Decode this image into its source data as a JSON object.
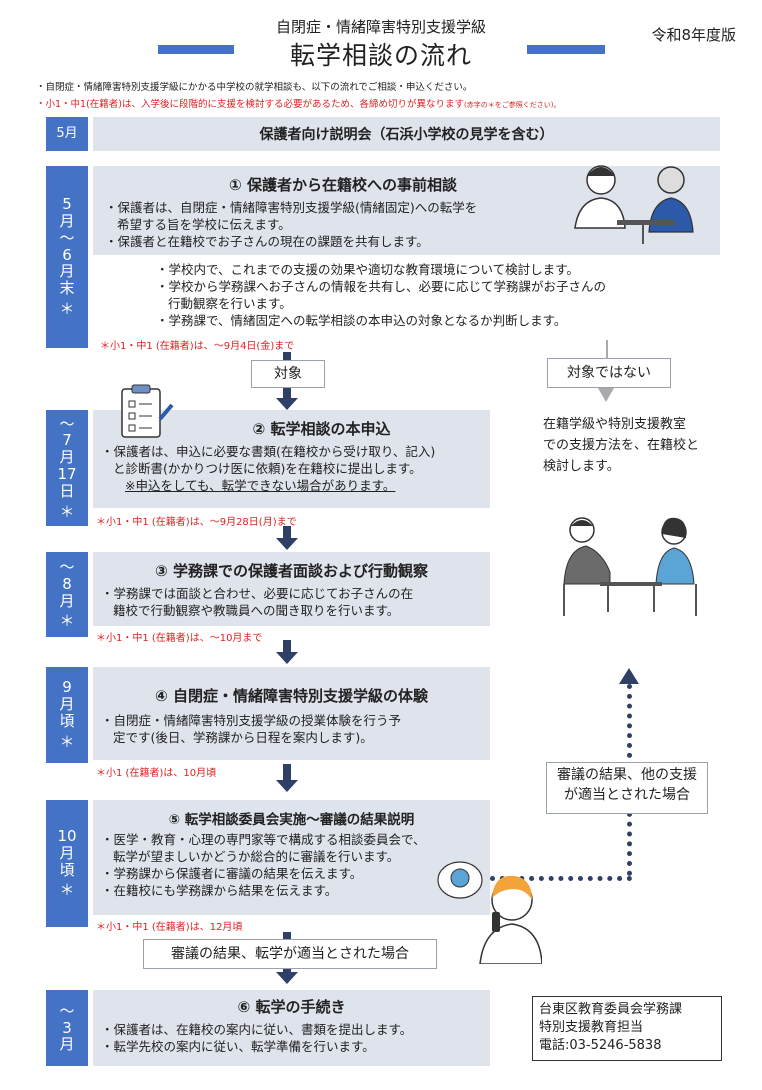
{
  "header": {
    "subtitle": "自閉症・情緒障害特別支援学級",
    "title": "転学相談の流れ",
    "edition": "令和8年度版"
  },
  "notes": {
    "line1": "・自閉症・情緒障害特別支援学級にかかる中学校の就学相談も、以下の流れでご相談・申込ください。",
    "line2": "・小1・中1(在籍者)は、入学後に段階的に支援を検討する必要があるため、各締め切りが異なります",
    "line2_small": "(赤字の＊をご参照ください)。"
  },
  "briefing": {
    "month": "5月",
    "text": "保護者向け説明会（石浜小学校の見学を含む）"
  },
  "step1": {
    "month": [
      "5",
      "月",
      "〜",
      "6",
      "月",
      "末",
      "＊"
    ],
    "title": "① 保護者から在籍校への事前相談",
    "bullets": [
      "保護者は、自閉症・情緒障害特別支援学級(情緒固定)への転学を",
      "希望する旨を学校に伝えます。",
      "保護者と在籍校でお子さんの現在の課題を共有します。"
    ],
    "sub": [
      "・学校内で、これまでの支援の効果や適切な教育環境について検討します。",
      "・学校から学務課へお子さんの情報を共有し、必要に応じて学務課がお子さんの",
      "行動観察を行います。",
      "・学務課で、情緒固定への転学相談の本申込の対象となるか判断します。"
    ],
    "deadline": "＊小1・中1 (在籍者)は、〜9月4日(金)まで"
  },
  "branch": {
    "yes": "対象",
    "no": "対象ではない",
    "no_text": [
      "在籍学級や特別支援教室",
      "での支援方法を、在籍校と",
      "検討します。"
    ]
  },
  "step2": {
    "month": [
      "〜",
      "7",
      "月",
      "17",
      "日",
      "＊"
    ],
    "title": "② 転学相談の本申込",
    "bullets": [
      "保護者は、申込に必要な書類(在籍校から受け取り、記入)",
      "と診断書(かかりつけ医に依頼)を在籍校に提出します。",
      "※申込をしても、転学できない場合があります。"
    ],
    "deadline": "＊小1・中1 (在籍者)は、〜9月28日(月)まで"
  },
  "step3": {
    "month": [
      "〜",
      "8",
      "月",
      "＊"
    ],
    "title": "③ 学務課での保護者面談および行動観察",
    "bullets": [
      "学務課では面談と合わせ、必要に応じてお子さんの在",
      "籍校で行動観察や教職員への聞き取りを行います。"
    ],
    "deadline": "＊小1・中1 (在籍者)は、〜10月まで"
  },
  "step4": {
    "month": [
      "9",
      "月",
      "頃",
      "＊"
    ],
    "title": "④ 自閉症・情緒障害特別支援学級の体験",
    "bullets": [
      "自閉症・情緒障害特別支援学級の授業体験を行う予",
      "定です(後日、学務課から日程を案内します)。"
    ],
    "deadline": "＊小1 (在籍者)は、10月頃"
  },
  "other_result": [
    "審議の結果、他の支援",
    "が適当とされた場合"
  ],
  "step5": {
    "month": [
      "10",
      "月",
      "頃",
      "＊"
    ],
    "title": "⑤ 転学相談委員会実施〜審議の結果説明",
    "bullets": [
      "医学・教育・心理の専門家等で構成する相談委員会で、",
      "転学が望ましいかどうか総合的に審議を行います。",
      "学務課から保護者に審議の結果を伝えます。",
      "在籍校にも学務課から結果を伝えます。"
    ],
    "deadline": "＊小1・中1 (在籍者)は、12月頃"
  },
  "approved": "審議の結果、転学が適当とされた場合",
  "step6": {
    "month": [
      "〜",
      "3",
      "月"
    ],
    "title": "⑥ 転学の手続き",
    "bullets": [
      "保護者は、在籍校の案内に従い、書類を提出します。",
      "転学先校の案内に従い、転学準備を行います。"
    ]
  },
  "contact": [
    "台東区教育委員会学務課",
    "特別支援教育担当",
    "電話:03-5246-5838"
  ],
  "colors": {
    "accent": "#4472c4",
    "box": "#dfe3ec",
    "arrow": "#2f4067",
    "red": "#e02020"
  }
}
